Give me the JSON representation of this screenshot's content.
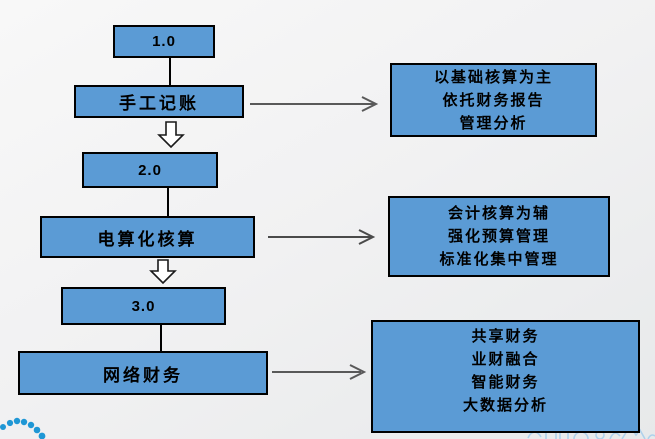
{
  "diagram": {
    "stages": [
      {
        "version": "1.0",
        "name": "手工记账",
        "features": [
          "以基础核算为主",
          "依托财务报告",
          "管理分析"
        ]
      },
      {
        "version": "2.0",
        "name": "电算化核算",
        "features": [
          "会计核算为辅",
          "强化预算管理",
          "标准化集中管理"
        ]
      },
      {
        "version": "3.0",
        "name": "网络财务",
        "features": [
          "共享财务",
          "业财融合",
          "智能财务",
          "大数据分析"
        ]
      }
    ]
  },
  "icons": {
    "stage_transition": "hollow-down-arrow-icon",
    "feature_link": "right-arrow-icon",
    "corner_left": "dots-arc-decoration",
    "corner_right": "scribble-decoration"
  },
  "colors": {
    "box_fill": "#5B9BD5",
    "box_border": "#000000",
    "connector": "#000000",
    "arrow": "#595959",
    "hollow_arrow_fill": "#FFFFFF",
    "dot_blue": "#1F97D5",
    "scribble_blue": "#A9CFEC",
    "background_top": "#F8F8F8",
    "background_bottom": "#E7E9EA"
  }
}
